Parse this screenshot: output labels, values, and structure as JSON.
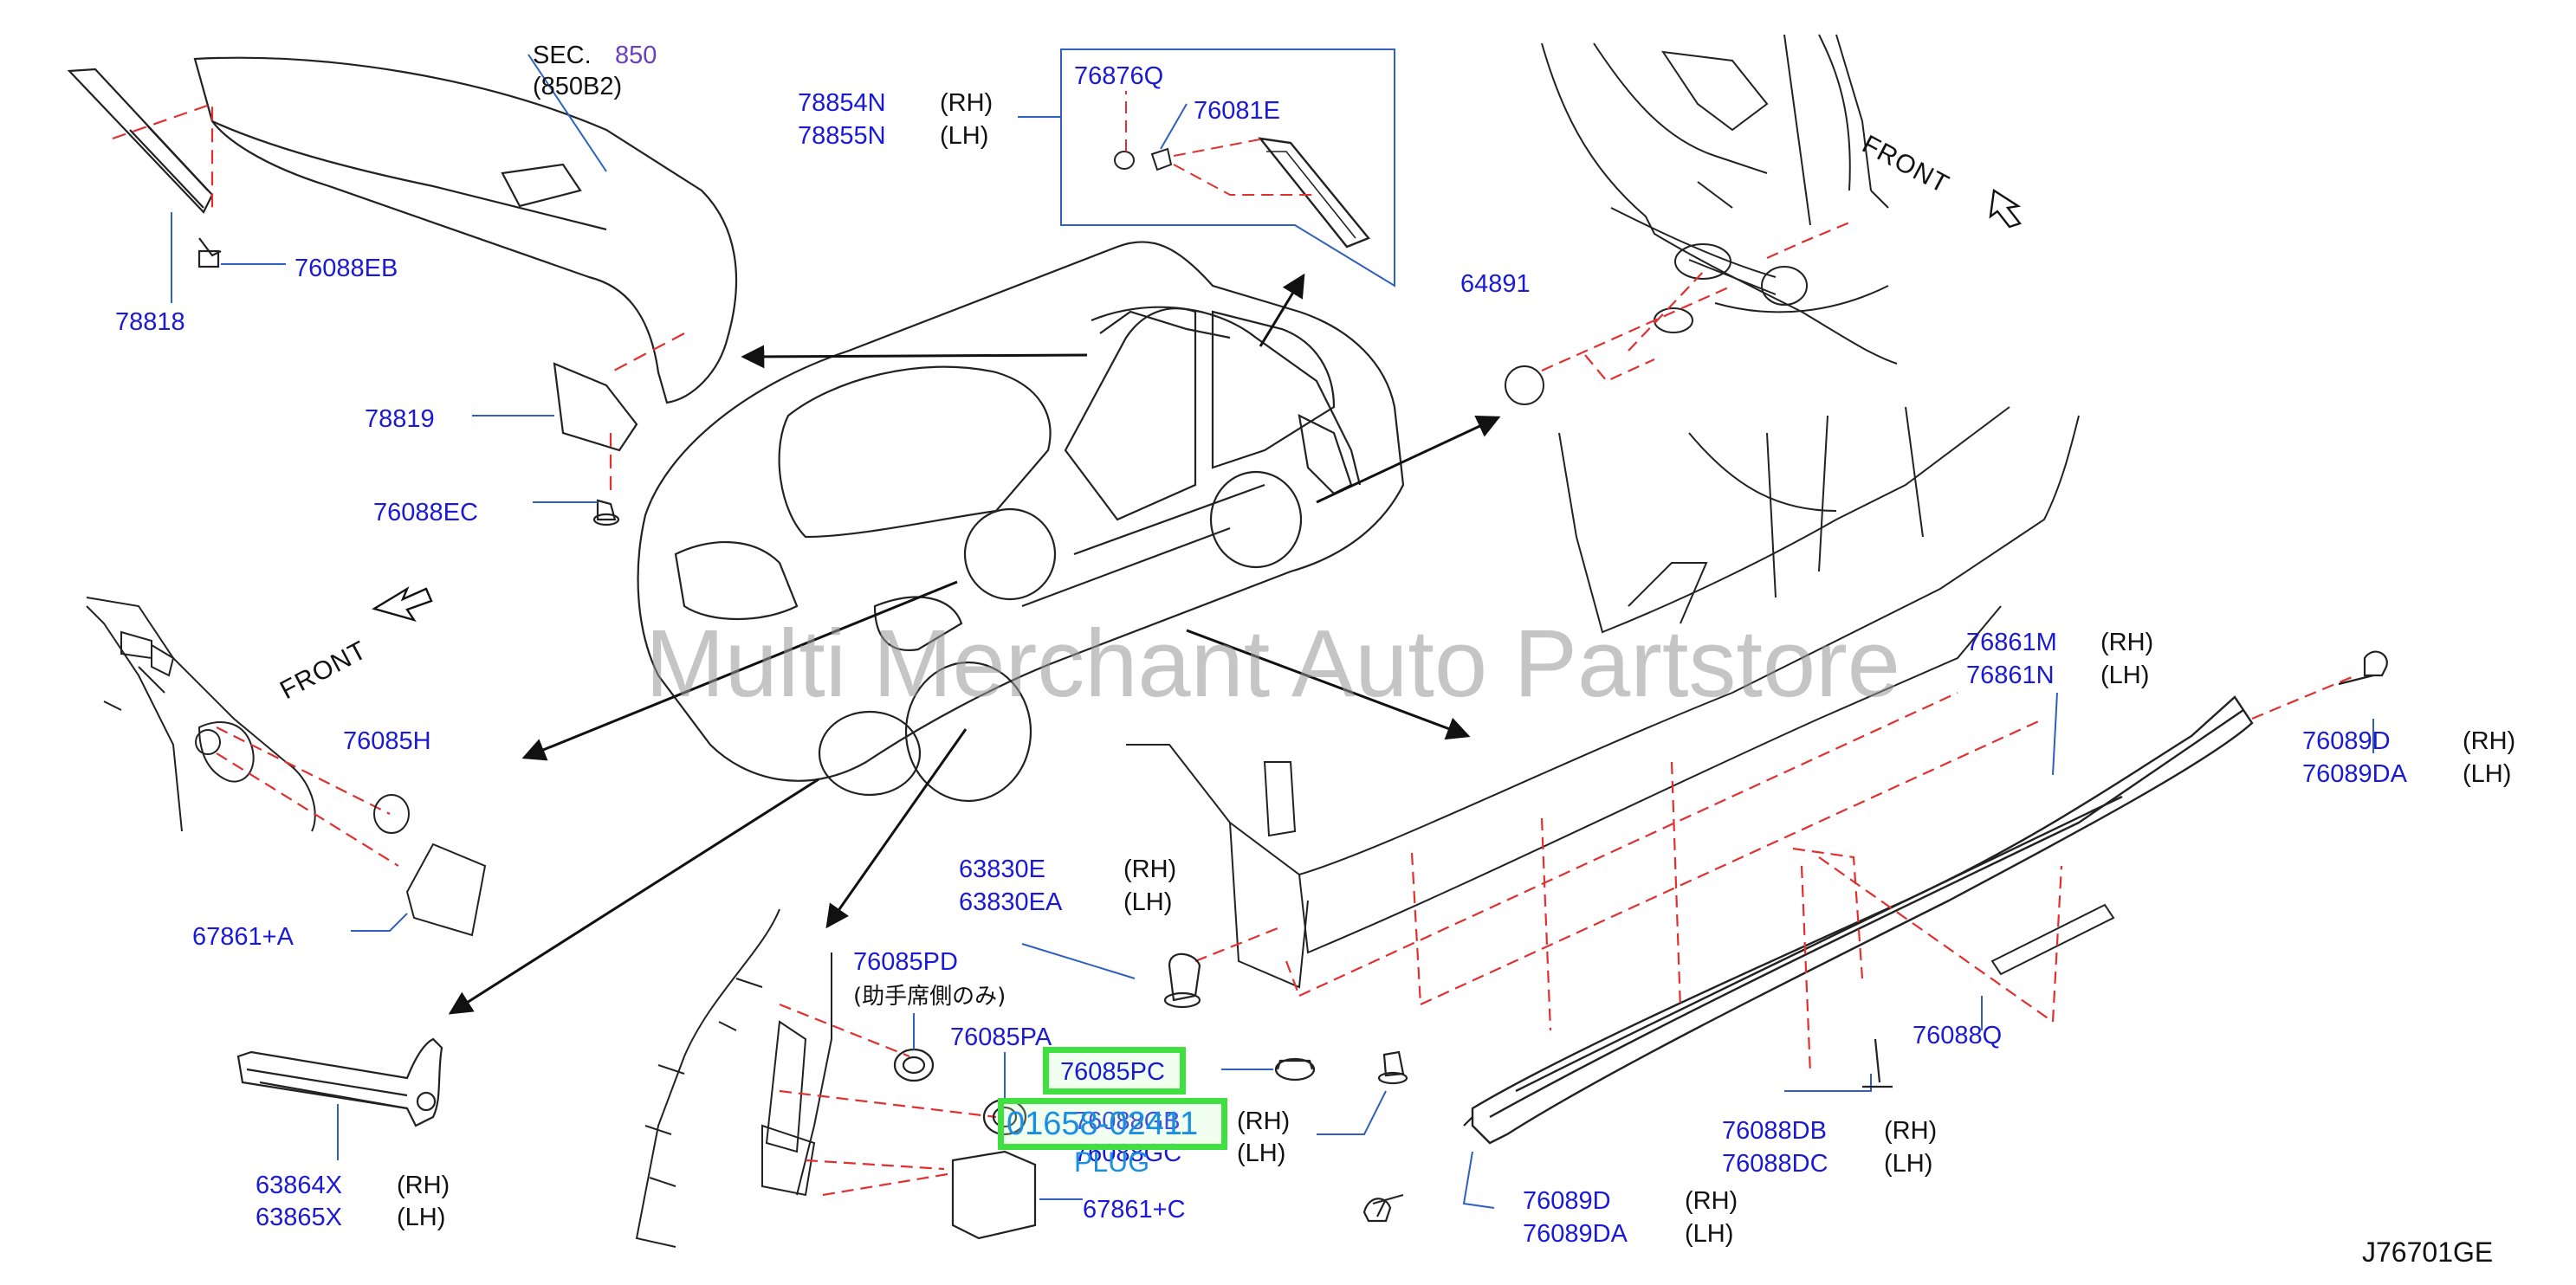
{
  "diagram": {
    "watermark": "Multi Merchant Auto Partstore",
    "code": "J76701GE",
    "front_labels": [
      "FRONT",
      "FRONT"
    ],
    "section": {
      "prefix": "SEC.",
      "number": "850",
      "sub": "(850B2)"
    },
    "side": {
      "rh": "(RH)",
      "lh": "(LH)"
    },
    "note_jp": "(助手席側のみ)",
    "parts": {
      "p78854N": "78854N",
      "p78855N": "78855N",
      "p76876Q": "76876Q",
      "p76081E": "76081E",
      "p76088EB": "76088EB",
      "p78818": "78818",
      "p78819": "78819",
      "p76088EC": "76088EC",
      "p64891": "64891",
      "p76861M": "76861M",
      "p76861N": "76861N",
      "p76089D_a": "76089D",
      "p76089DA_a": "76089DA",
      "p76085H": "76085H",
      "p67861A": "67861+A",
      "p63830E": "63830E",
      "p63830EA": "63830EA",
      "p76085PD": "76085PD",
      "p76085PA": "76085PA",
      "p76085PC": "76085PC",
      "p76088GB": "76088GB",
      "p76088GC": "76088GC",
      "p76088Q": "76088Q",
      "p76088DB": "76088DB",
      "p76088DC": "76088DC",
      "p63864X": "63864X",
      "p63865X": "63865X",
      "p76089D_b": "76089D",
      "p76089DA_b": "76089DA",
      "p67861C": "67861+C"
    },
    "highlight": {
      "part_no": "01658-02411",
      "name": "PLUG"
    }
  }
}
